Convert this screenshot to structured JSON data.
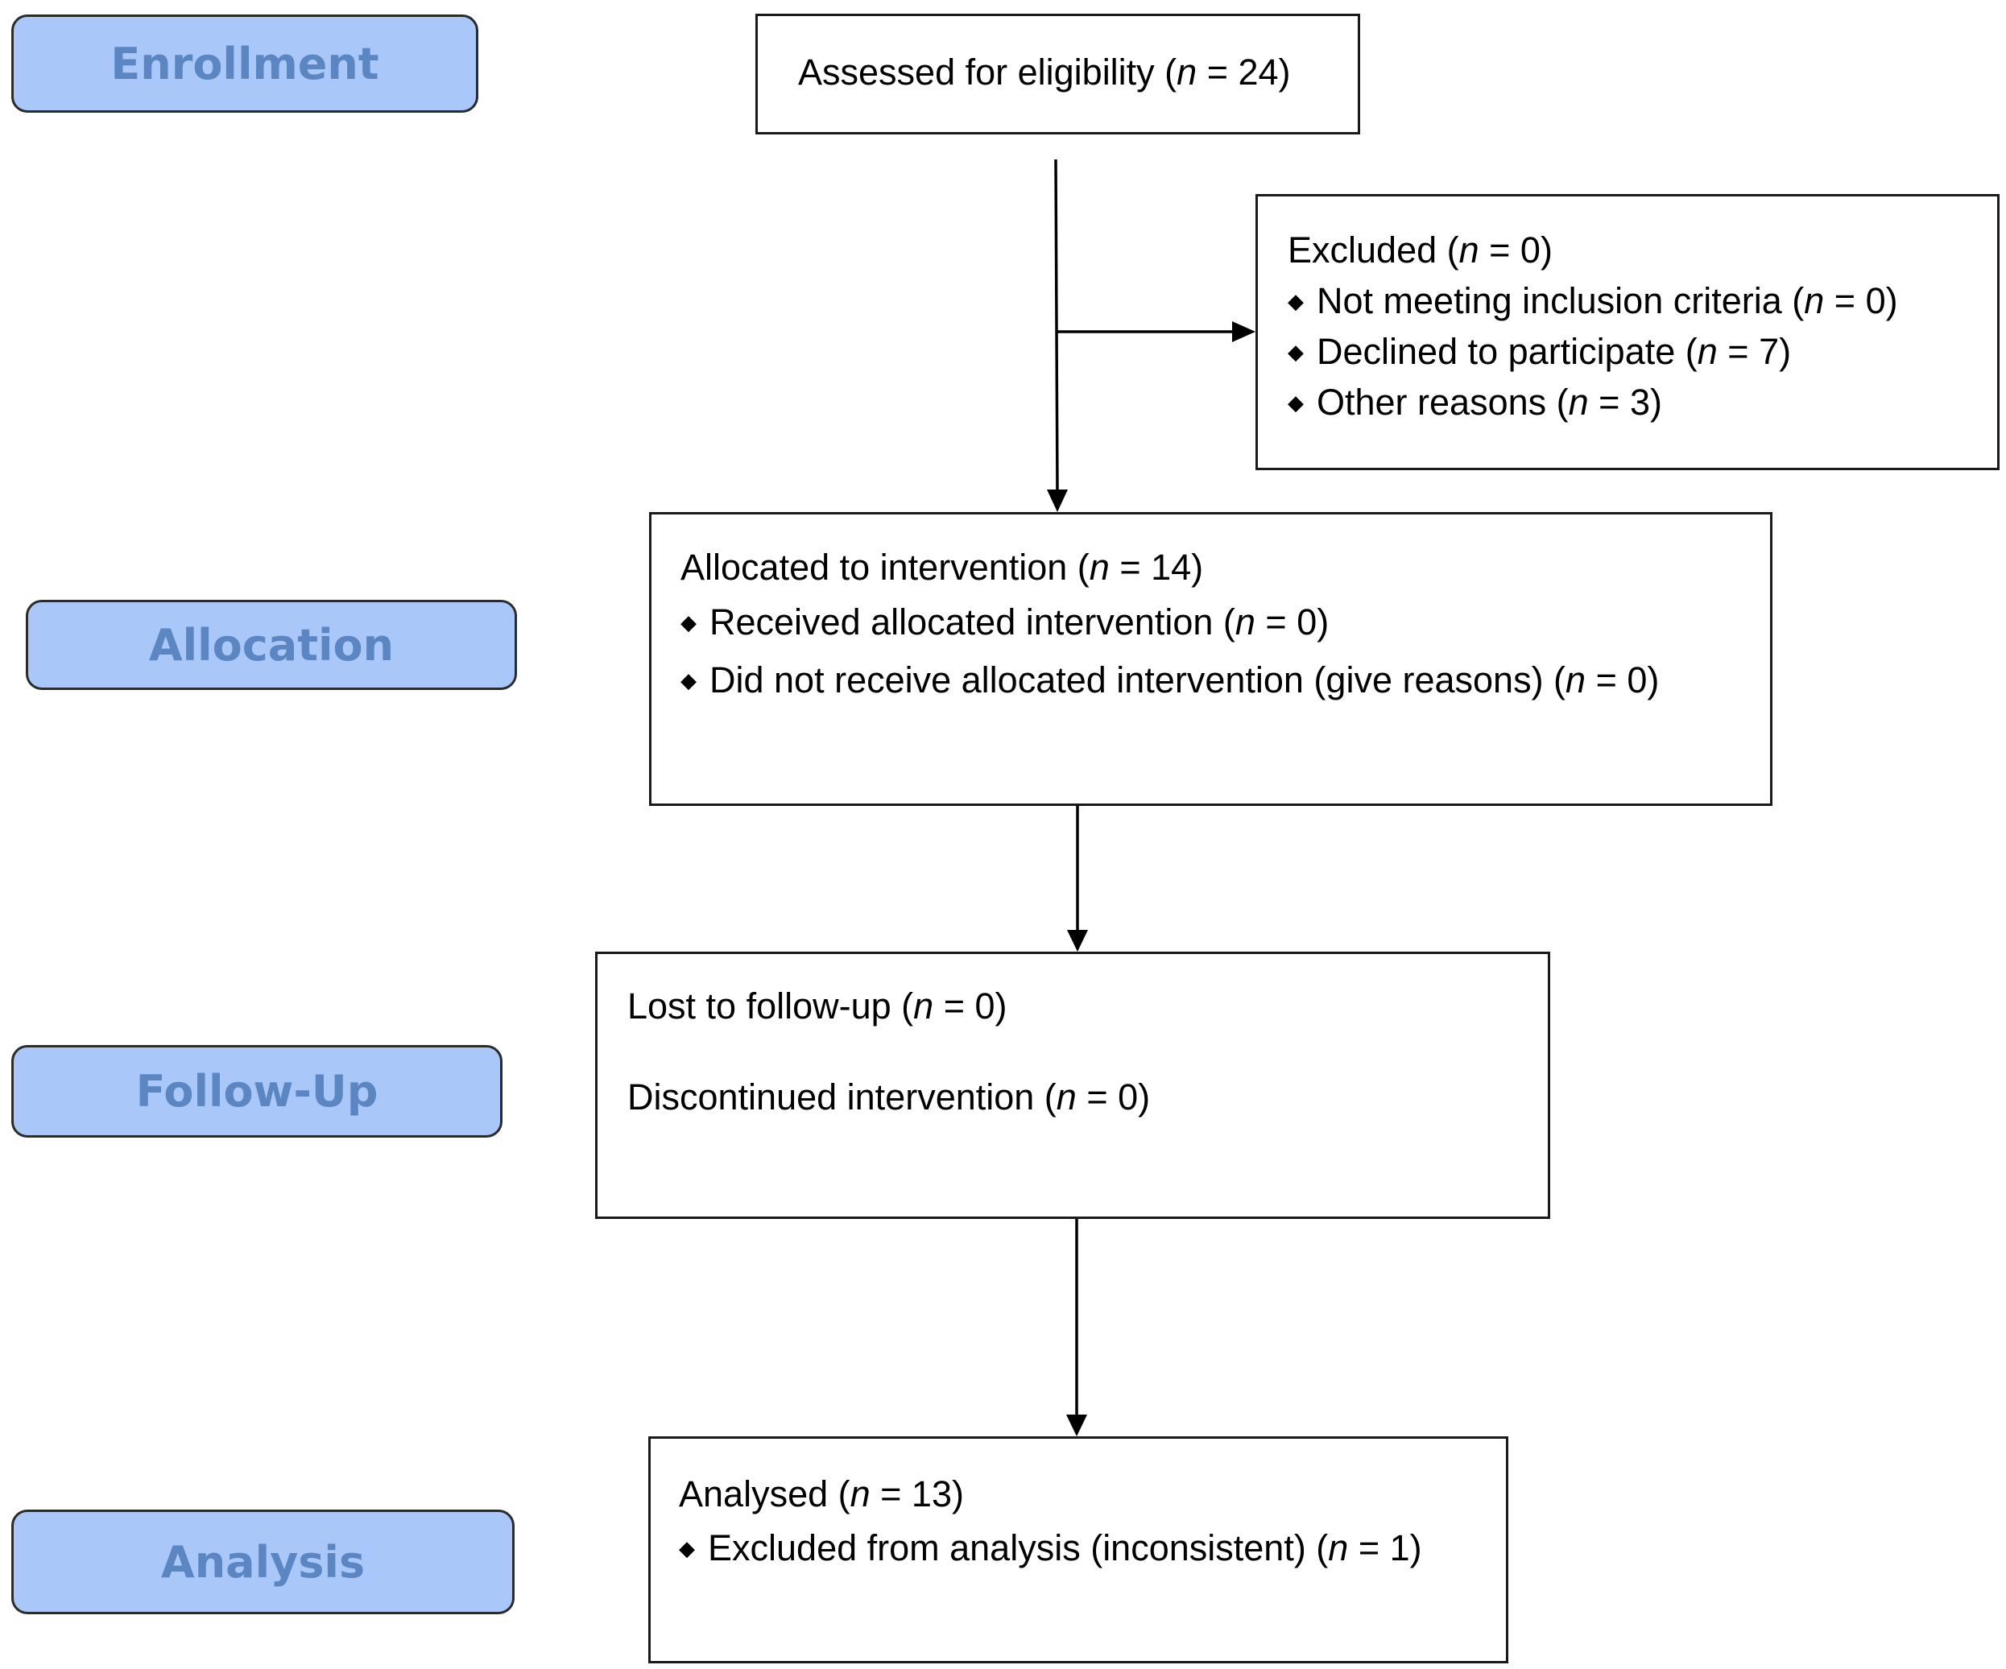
{
  "stages": {
    "enrollment": "Enrollment",
    "allocation": "Allocation",
    "follow_up": "Follow-Up",
    "analysis": "Analysis"
  },
  "assessed": {
    "text": "Assessed for eligibility (",
    "n": "n",
    "value": " = 24)"
  },
  "excluded": {
    "title": {
      "text": "Excluded (",
      "n": "n",
      "value": " = 0)"
    },
    "items": [
      {
        "text": "Not meeting inclusion criteria (",
        "n": "n",
        "value": " = 0)"
      },
      {
        "text": "Declined to participate (",
        "n": "n",
        "value": " = 7)"
      },
      {
        "text": "Other reasons (",
        "n": "n",
        "value": " =  3)"
      }
    ]
  },
  "allocated": {
    "title": {
      "text": "Allocated to intervention (",
      "n": "n",
      "value": " = 14)"
    },
    "items": [
      {
        "text": "Received allocated intervention (",
        "n": "n",
        "value": " = 0)"
      },
      {
        "text": "Did not receive allocated intervention (give reasons) (",
        "n": "n",
        "value": " = 0)"
      }
    ]
  },
  "followup": {
    "lost": {
      "text": "Lost to follow-up (",
      "n": "n",
      "value": " = 0)"
    },
    "discontinued": {
      "text": "Discontinued intervention (",
      "n": "n",
      "value": " = 0)"
    }
  },
  "analysed": {
    "title": {
      "text": "Analysed (",
      "n": "n",
      "value": " = 13)"
    },
    "items": [
      {
        "text": "Excluded from analysis (inconsistent) (",
        "n": "n",
        "value": " = 1)"
      }
    ]
  },
  "bullet_glyph": "◆"
}
